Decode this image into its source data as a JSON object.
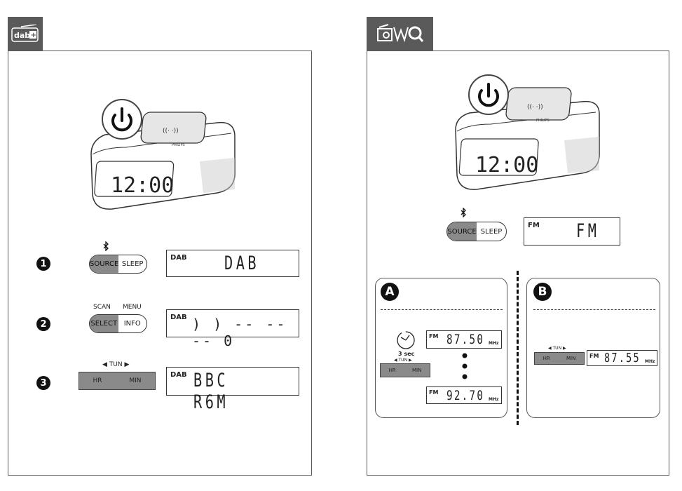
{
  "left": {
    "tab_logo": "dab+",
    "clock_display": "12:00",
    "brand": "PHILIPS",
    "steps": [
      {
        "number": "1",
        "button_top": "",
        "button_left": "SOURCE",
        "button_right": "SLEEP",
        "lcd_tag": "DAB",
        "lcd_text": "DAB"
      },
      {
        "number": "2",
        "label_scan": "SCAN",
        "label_menu": "MENU",
        "button_left": "SELECT",
        "button_right": "INFO",
        "lcd_tag": "DAB",
        "lcd_text": ") )  -- -- --   0"
      },
      {
        "number": "3",
        "label_tun": "◀ TUN ▶",
        "button_left": "HR",
        "button_right": "MIN",
        "lcd_tag": "DAB",
        "lcd_text": "BBC R6M"
      }
    ]
  },
  "right": {
    "clock_display": "12:00",
    "brand": "PHILIPS",
    "source_left": "SOURCE",
    "source_right": "SLEEP",
    "lcd_tag": "FM",
    "lcd_text": "FM",
    "box_a": {
      "label": "A",
      "timer_text": "3 sec",
      "tun": "◀ TUN ▶",
      "hr": "HR",
      "min": "MIN",
      "lcd1_tag": "FM",
      "lcd1_text": "87.50",
      "lcd2_tag": "FM",
      "lcd2_text": "92.70",
      "unit": "MHz"
    },
    "box_b": {
      "label": "B",
      "tun": "◀ TUN ▶",
      "hr": "HR",
      "min": "MIN",
      "lcd_tag": "FM",
      "lcd_text": "87.55",
      "unit": "MHz"
    }
  }
}
